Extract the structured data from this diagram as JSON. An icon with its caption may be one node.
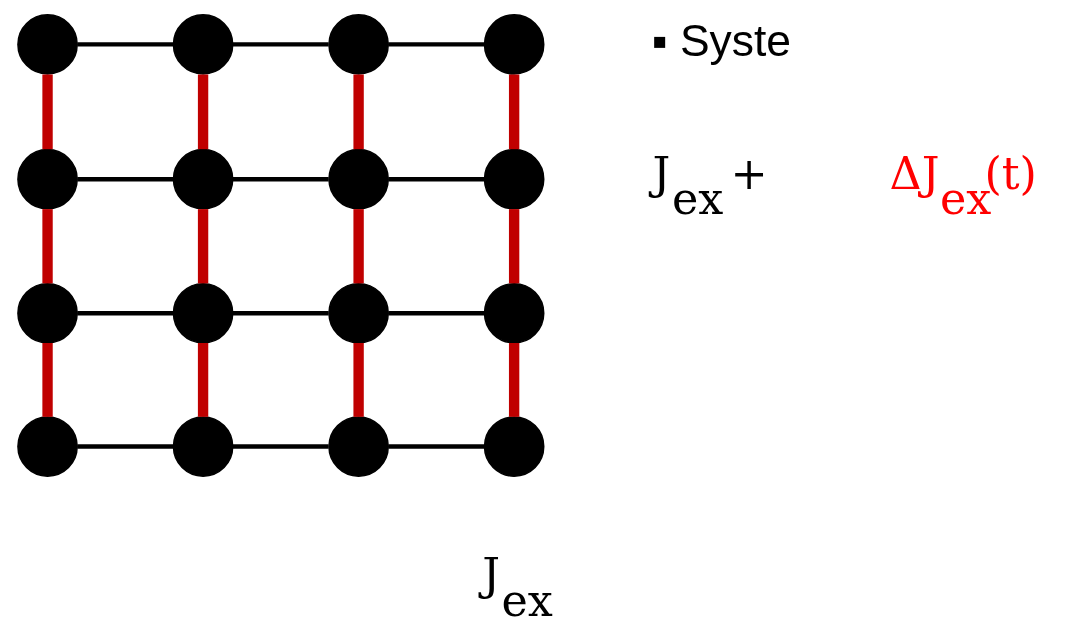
{
  "diagram": {
    "nodes": [
      {
        "text": [],
        "shape": "circle"
      },
      {
        "text": [],
        "shape": "circle"
      },
      {
        "text": [],
        "shape": "circle"
      },
      {
        "text": [],
        "shape": "circle"
      },
      {
        "text": [],
        "shape": "circle"
      },
      {
        "text": [],
        "shape": "circle"
      },
      {
        "text": [],
        "shape": "circle"
      },
      {
        "text": [],
        "shape": "circle"
      },
      {
        "text": [],
        "shape": "circle"
      },
      {
        "text": [],
        "shape": "circle"
      },
      {
        "text": [],
        "shape": "circle"
      },
      {
        "text": [],
        "shape": "circle"
      },
      {
        "text": [],
        "shape": "circle"
      },
      {
        "text": [],
        "shape": "circle"
      },
      {
        "text": [],
        "shape": "circle"
      },
      {
        "text": [],
        "shape": "circle"
      }
    ],
    "edges": [
      {
        "from": 0,
        "to": 1,
        "arrow": "none"
      },
      {
        "from": 1,
        "to": 2,
        "arrow": "none"
      },
      {
        "from": 2,
        "to": 3,
        "arrow": "none"
      },
      {
        "from": 4,
        "to": 5,
        "arrow": "none"
      },
      {
        "from": 5,
        "to": 6,
        "arrow": "none"
      },
      {
        "from": 6,
        "to": 7,
        "arrow": "none"
      },
      {
        "from": 8,
        "to": 9,
        "arrow": "none"
      },
      {
        "from": 9,
        "to": 10,
        "arrow": "none"
      },
      {
        "from": 10,
        "to": 11,
        "arrow": "none"
      },
      {
        "from": 12,
        "to": 13,
        "arrow": "none"
      },
      {
        "from": 13,
        "to": 14,
        "arrow": "none"
      },
      {
        "from": 14,
        "to": 15,
        "arrow": "none"
      },
      {
        "from": 0,
        "to": 4,
        "arrow": "none",
        "style": "thick",
        "color": "#c00000"
      },
      {
        "from": 1,
        "to": 5,
        "arrow": "none",
        "style": "thick",
        "color": "#c00000"
      },
      {
        "from": 2,
        "to": 6,
        "arrow": "none",
        "style": "thick",
        "color": "#c00000"
      },
      {
        "from": 3,
        "to": 7,
        "arrow": "none",
        "style": "thick",
        "color": "#c00000"
      },
      {
        "from": 4,
        "to": 8,
        "arrow": "none",
        "style": "thick",
        "color": "#c00000"
      },
      {
        "from": 5,
        "to": 9,
        "arrow": "none",
        "style": "thick",
        "color": "#c00000"
      },
      {
        "from": 6,
        "to": 10,
        "arrow": "none",
        "style": "thick",
        "color": "#c00000"
      },
      {
        "from": 7,
        "to": 11,
        "arrow": "none",
        "style": "thick",
        "color": "#c00000"
      },
      {
        "from": 8,
        "to": 12,
        "arrow": "none",
        "style": "thick",
        "color": "#c00000"
      },
      {
        "from": 9,
        "to": 13,
        "arrow": "none",
        "style": "thick",
        "color": "#c00000"
      },
      {
        "from": 10,
        "to": 14,
        "arrow": "none",
        "style": "thick",
        "color": "#c00000"
      },
      {
        "from": 11,
        "to": 15,
        "arrow": "none",
        "style": "thick",
        "color": "#c00000"
      }
    ],
    "labels": [
      "▪ Syste",
      "J$_{ex}$ +",
      "ΔJ$_{ex}$(t)",
      "J$_{ex}$"
    ]
  }
}
